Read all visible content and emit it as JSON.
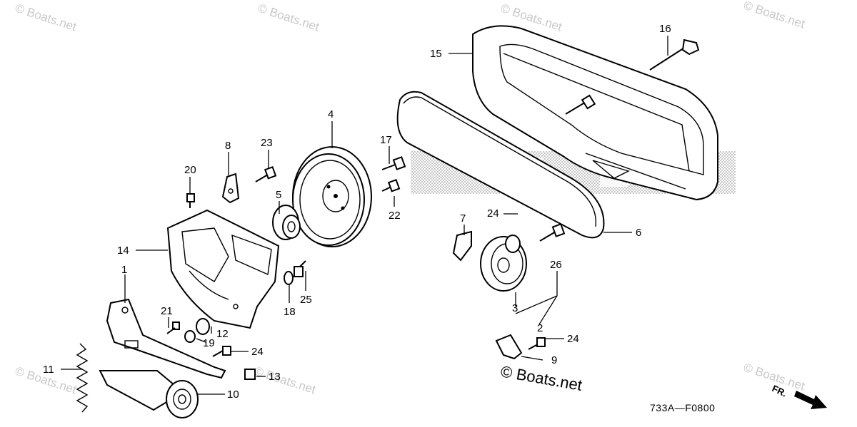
{
  "watermark": {
    "text": "© Boats.net"
  },
  "site_mark": "© Boats.net",
  "figure_ref": "733A—F0800",
  "direction_label": "FR.",
  "callouts": {
    "c1": "1",
    "c2": "2",
    "c3": "3",
    "c4": "4",
    "c5": "5",
    "c6": "6",
    "c7": "7",
    "c8": "8",
    "c9": "9",
    "c10": "10",
    "c11": "11",
    "c12": "12",
    "c13": "13",
    "c14": "14",
    "c15": "15",
    "c16": "16",
    "c17": "17",
    "c18": "18",
    "c19": "19",
    "c20": "20",
    "c21": "21",
    "c22": "22",
    "c23": "23",
    "c24a": "24",
    "c24b": "24",
    "c24c": "24",
    "c25": "25",
    "c26": "26"
  }
}
